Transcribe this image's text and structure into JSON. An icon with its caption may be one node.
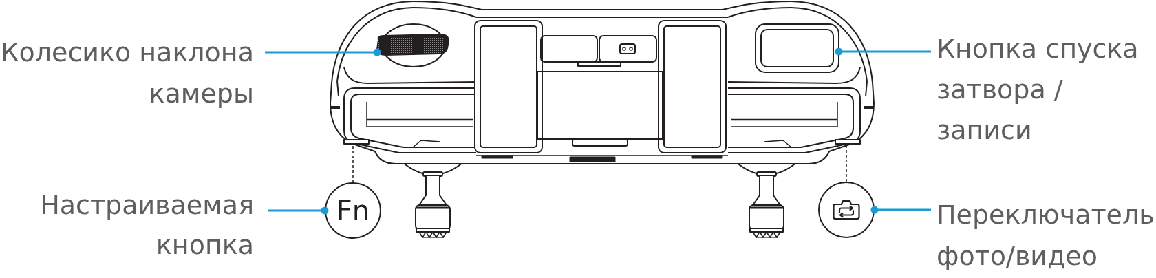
{
  "diagram": {
    "nodes": [
      {
        "text": [
          "Колесико наклона камеры"
        ]
      },
      {
        "text": [],
        "shape": "bar"
      },
      {
        "text": [],
        "shape": "box"
      },
      {
        "text": [
          "Кнопка спуска затвора / записи"
        ]
      },
      {
        "text": [
          "Настраиваемая кнопка"
        ]
      },
      {
        "text": [
          "Fn"
        ]
      },
      {
        "text": [],
        "shape": "circle"
      },
      {
        "text": [
          "Переключатель фото/видео"
        ]
      }
    ],
    "edges": [
      {
        "from": 0,
        "to": 1,
        "arrow": "other"
      },
      {
        "from": 3,
        "to": 2,
        "arrow": "other"
      },
      {
        "from": 4,
        "to": 5,
        "arrow": "other"
      },
      {
        "from": 7,
        "to": 6,
        "arrow": "other"
      },
      {
        "from": 5,
        "to": null,
        "arrow": "none",
        "style": "dashed",
        "color": "#231f20"
      },
      {
        "from": 6,
        "to": null,
        "arrow": "none",
        "style": "dashed",
        "color": "#231f20"
      }
    ]
  }
}
